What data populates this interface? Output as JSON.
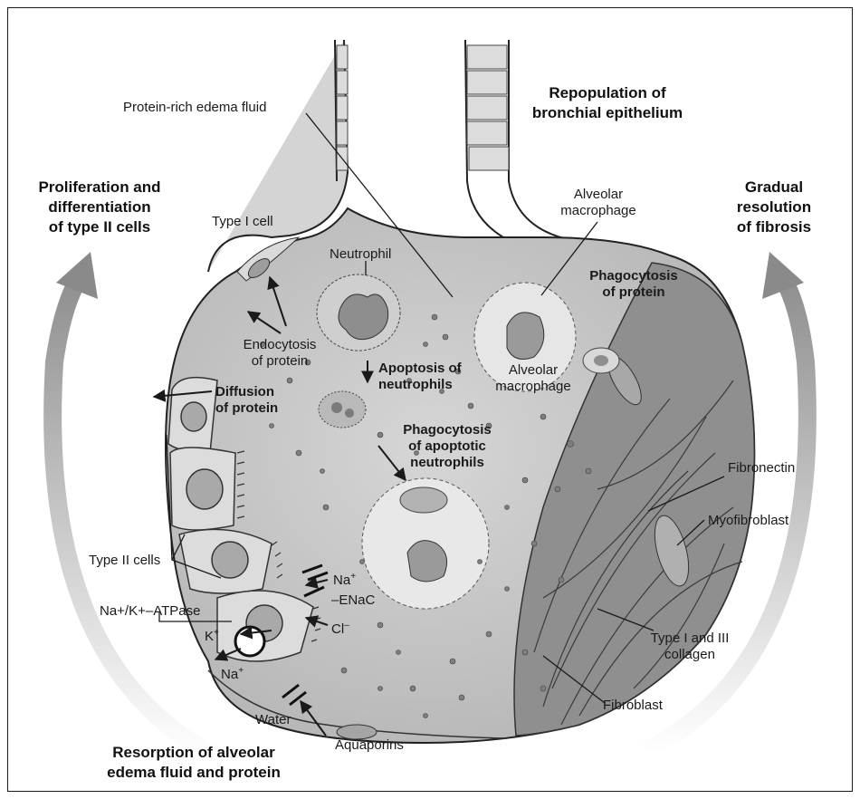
{
  "headings": {
    "bronchial": [
      "Repopulation of",
      "bronchial epithelium"
    ],
    "proliferation": [
      "Proliferation and",
      "differentiation",
      "of type II cells"
    ],
    "resolution": [
      "Gradual",
      "resolution",
      "of fibrosis"
    ],
    "resorption": [
      "Resorption of alveolar",
      "edema fluid and protein"
    ]
  },
  "labels": {
    "edema_fluid": "Protein-rich edema fluid",
    "type1_cell": "Type I cell",
    "neutrophil": "Neutrophil",
    "alveolar_macrophage_top": [
      "Alveolar",
      "macrophage"
    ],
    "phagocytosis_protein": [
      "Phagocytosis",
      "of protein"
    ],
    "endocytosis": [
      "Endocytosis",
      "of protein"
    ],
    "apoptosis": [
      "Apoptosis of",
      "neutrophils"
    ],
    "alveolar_macrophage_mid": [
      "Alveolar",
      "macrophage"
    ],
    "diffusion": [
      "Diffusion",
      "of protein"
    ],
    "phagocytosis_apoptotic": [
      "Phagocytosis",
      "of apoptotic",
      "neutrophils"
    ],
    "fibronectin": "Fibronectin",
    "myofibroblast": "Myofibroblast",
    "type2_cells": "Type II cells",
    "na_plus": "Na",
    "enac": "ENaC",
    "atpase": "Na+/K+–ATPase",
    "k_plus": "K",
    "cl_minus": "Cl",
    "na_plus_bottom": "Na",
    "water": "Water",
    "aquaporins": "Aquaporins",
    "collagen": [
      "Type I and III",
      "collagen"
    ],
    "fibroblast": "Fibroblast"
  },
  "colors": {
    "alveolus_fill": "#c9c9c9",
    "fibrosis_fill": "#8e8e8e",
    "cell_fill": "#d8d8d8",
    "arrow_gray": "#9a9a9a",
    "text": "#1a1a1a"
  }
}
